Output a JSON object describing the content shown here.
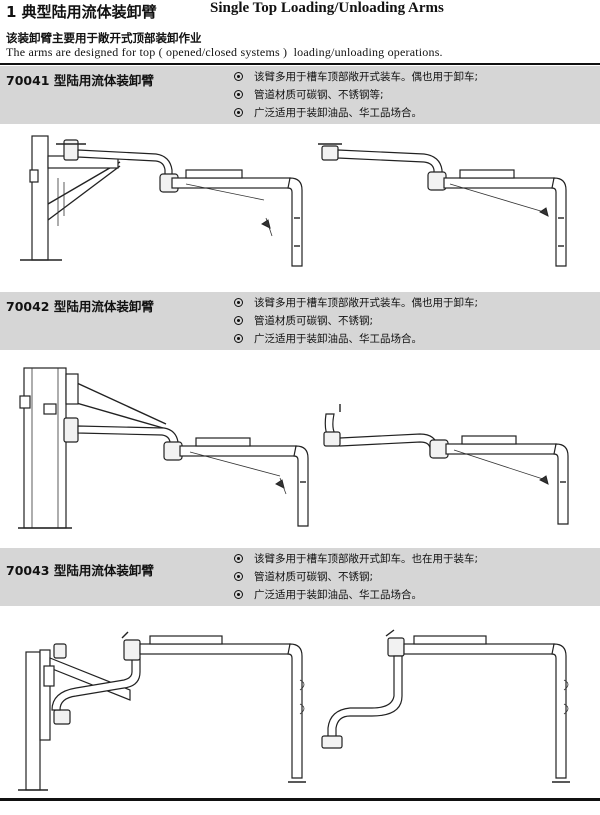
{
  "header": {
    "title_cn": "1 典型陆用流体装卸臂",
    "title_en": "Single Top Loading/Unloading Arms",
    "subtitle_cn": "该装卸臂主要用于敞开式顶部装卸作业",
    "subtitle_en": "The arms are designed for top ( opened/closed systems )  loading/unloading operations."
  },
  "sections": [
    {
      "code": "70041 型陆用流体装卸臂",
      "features": [
        "该臂多用于槽车顶部敞开式装车。偶也用于卸车;",
        "管道材质可碳钢、不锈钢等;",
        "广泛适用于装卸油品、华工品场合。"
      ]
    },
    {
      "code": "70042 型陆用流体装卸臂",
      "features": [
        "该臂多用于槽车顶部敞开式装车。偶也用于卸车;",
        "管道材质可碳钢、不锈钢;",
        "广泛适用于装卸油品、华工品场合。"
      ]
    },
    {
      "code": "70043 型陆用流体装卸臂",
      "features": [
        "该臂多用于槽车顶部敞开式卸车。也在用于装车;",
        "管道材质可碳钢、不锈钢;",
        "广泛适用于装卸油品、华工品场合。"
      ]
    }
  ],
  "colors": {
    "band_background": "#d6d6d6",
    "rule": "#111111",
    "line_art": "#222222"
  }
}
